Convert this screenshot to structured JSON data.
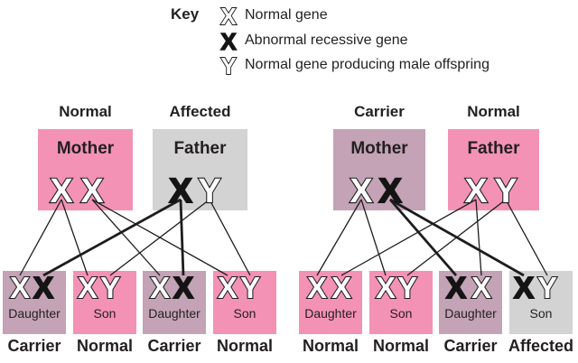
{
  "colors": {
    "pink": "#F392B5",
    "mauve": "#C3A3B5",
    "gray": "#D3D3D4",
    "ink": "#1d1d1d"
  },
  "key": {
    "title": "Key",
    "items": [
      {
        "symbol": "X",
        "style": "outline",
        "label": "Normal gene"
      },
      {
        "symbol": "X",
        "style": "solid",
        "label": "Abnormal recessive gene"
      },
      {
        "symbol": "Y",
        "style": "outline",
        "label": "Normal gene producing male offspring"
      }
    ]
  },
  "pedigrees": [
    {
      "mother": {
        "status": "Normal",
        "label": "Mother",
        "box": "pink",
        "genes": [
          {
            "s": "X",
            "style": "outline"
          },
          {
            "s": "X",
            "style": "outline"
          }
        ]
      },
      "father": {
        "status": "Affected",
        "label": "Father",
        "box": "gray",
        "genes": [
          {
            "s": "X",
            "style": "solid"
          },
          {
            "s": "Y",
            "style": "outline"
          }
        ]
      },
      "children": [
        {
          "label": "Daughter",
          "status": "Carrier",
          "box": "mauve",
          "genes": [
            {
              "s": "X",
              "style": "outline"
            },
            {
              "s": "X",
              "style": "solid"
            }
          ]
        },
        {
          "label": "Son",
          "status": "Normal",
          "box": "pink",
          "genes": [
            {
              "s": "X",
              "style": "outline"
            },
            {
              "s": "Y",
              "style": "outline"
            }
          ]
        },
        {
          "label": "Daughter",
          "status": "Carrier",
          "box": "mauve",
          "genes": [
            {
              "s": "X",
              "style": "outline"
            },
            {
              "s": "X",
              "style": "solid"
            }
          ]
        },
        {
          "label": "Son",
          "status": "Normal",
          "box": "pink",
          "genes": [
            {
              "s": "X",
              "style": "outline"
            },
            {
              "s": "Y",
              "style": "outline"
            }
          ]
        }
      ],
      "connections": [
        {
          "parent": "mother",
          "gene": 0,
          "child": 0,
          "childGene": 0
        },
        {
          "parent": "mother",
          "gene": 0,
          "child": 1,
          "childGene": 0
        },
        {
          "parent": "mother",
          "gene": 1,
          "child": 2,
          "childGene": 0
        },
        {
          "parent": "mother",
          "gene": 1,
          "child": 3,
          "childGene": 0
        },
        {
          "parent": "father",
          "gene": 0,
          "child": 0,
          "childGene": 1
        },
        {
          "parent": "father",
          "gene": 0,
          "child": 2,
          "childGene": 1
        },
        {
          "parent": "father",
          "gene": 1,
          "child": 1,
          "childGene": 1
        },
        {
          "parent": "father",
          "gene": 1,
          "child": 3,
          "childGene": 1
        }
      ]
    },
    {
      "mother": {
        "status": "Carrier",
        "label": "Mother",
        "box": "mauve",
        "genes": [
          {
            "s": "X",
            "style": "outline"
          },
          {
            "s": "X",
            "style": "solid"
          }
        ]
      },
      "father": {
        "status": "Normal",
        "label": "Father",
        "box": "pink",
        "genes": [
          {
            "s": "X",
            "style": "outline"
          },
          {
            "s": "Y",
            "style": "outline"
          }
        ]
      },
      "children": [
        {
          "label": "Daughter",
          "status": "Normal",
          "box": "pink",
          "genes": [
            {
              "s": "X",
              "style": "outline"
            },
            {
              "s": "X",
              "style": "outline"
            }
          ]
        },
        {
          "label": "Son",
          "status": "Normal",
          "box": "pink",
          "genes": [
            {
              "s": "X",
              "style": "outline"
            },
            {
              "s": "Y",
              "style": "outline"
            }
          ]
        },
        {
          "label": "Daughter",
          "status": "Carrier",
          "box": "mauve",
          "genes": [
            {
              "s": "X",
              "style": "solid"
            },
            {
              "s": "X",
              "style": "outline"
            }
          ]
        },
        {
          "label": "Son",
          "status": "Affected",
          "box": "gray",
          "genes": [
            {
              "s": "X",
              "style": "solid"
            },
            {
              "s": "Y",
              "style": "outline"
            }
          ]
        }
      ],
      "connections": [
        {
          "parent": "mother",
          "gene": 0,
          "child": 0,
          "childGene": 0
        },
        {
          "parent": "mother",
          "gene": 0,
          "child": 1,
          "childGene": 0
        },
        {
          "parent": "mother",
          "gene": 1,
          "child": 2,
          "childGene": 0
        },
        {
          "parent": "mother",
          "gene": 1,
          "child": 3,
          "childGene": 0
        },
        {
          "parent": "father",
          "gene": 0,
          "child": 0,
          "childGene": 1
        },
        {
          "parent": "father",
          "gene": 0,
          "child": 2,
          "childGene": 1
        },
        {
          "parent": "father",
          "gene": 1,
          "child": 1,
          "childGene": 1
        },
        {
          "parent": "father",
          "gene": 1,
          "child": 3,
          "childGene": 1
        }
      ]
    }
  ]
}
